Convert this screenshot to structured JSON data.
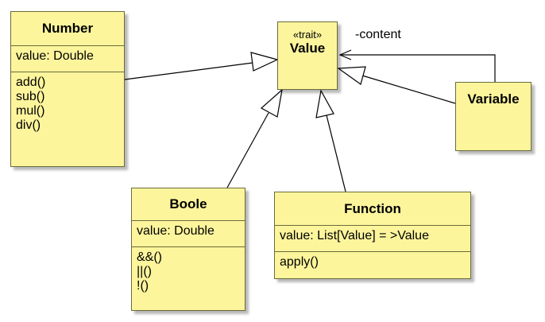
{
  "classes": {
    "number": {
      "name": "Number",
      "attributes": [
        "value: Double"
      ],
      "operations": [
        "add()",
        "sub()",
        "mul()",
        "div()"
      ]
    },
    "value": {
      "stereotype": "«trait»",
      "name": "Value"
    },
    "variable": {
      "name": "Variable"
    },
    "boole": {
      "name": "Boole",
      "attributes": [
        "value: Double"
      ],
      "operations": [
        "&&()",
        "||()",
        "!()"
      ]
    },
    "function": {
      "name": "Function",
      "attributes": [
        "value: List[Value] = >Value"
      ],
      "operations": [
        "apply()"
      ]
    }
  },
  "associations": [
    {
      "from": "Variable",
      "to": "Value",
      "label": "-content"
    }
  ],
  "generalizations": [
    {
      "child": "Number",
      "parent": "Value"
    },
    {
      "child": "Boole",
      "parent": "Value"
    },
    {
      "child": "Function",
      "parent": "Value"
    },
    {
      "child": "Variable",
      "parent": "Value"
    }
  ],
  "colors": {
    "class_fill": "#fdf59c",
    "class_border": "#6b6b3a"
  }
}
